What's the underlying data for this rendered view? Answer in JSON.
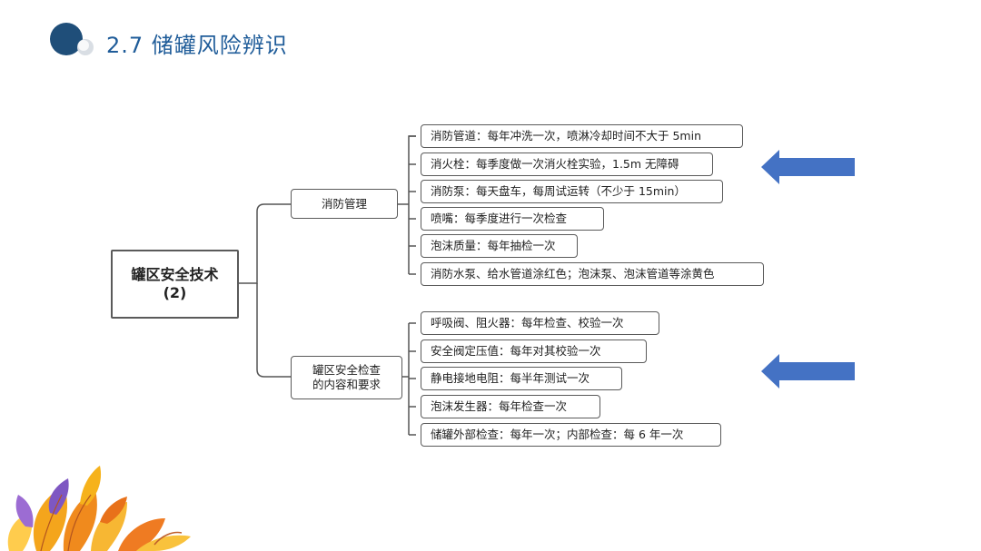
{
  "slide": {
    "title": "2.7  储罐风险辨识"
  },
  "mindmap": {
    "root": "罐区安全技术\n(2)",
    "branches": [
      {
        "label": "消防管理",
        "items": [
          "消防管道：每年冲洗一次，喷淋冷却时间不大于 5min",
          "消火栓：每季度做一次消火栓实验，1.5m 无障碍",
          "消防泵：每天盘车，每周试运转（不少于 15min）",
          "喷嘴：每季度进行一次检查",
          "泡沫质量：每年抽检一次",
          "消防水泵、给水管道涂红色；泡沫泵、泡沫管道等涂黄色"
        ]
      },
      {
        "label": "罐区安全检查\n的内容和要求",
        "items": [
          "呼吸阀、阻火器：每年检查、校验一次",
          "安全阀定压值：每年对其校验一次",
          "静电接地电阻：每半年测试一次",
          "泡沫发生器：每年检查一次",
          "储罐外部检查：每年一次；内部检查：每 6 年一次"
        ]
      }
    ]
  },
  "colors": {
    "title": "#1f5c99",
    "arrow": "#4472c4",
    "logo_dark": "#1f4e79",
    "logo_light": "#cfd6de"
  },
  "decorations": {
    "logo_icon": "circle-logo-icon",
    "arrow_icon": "left-arrow-icon",
    "corner_art": "autumn-leaves-decoration"
  }
}
